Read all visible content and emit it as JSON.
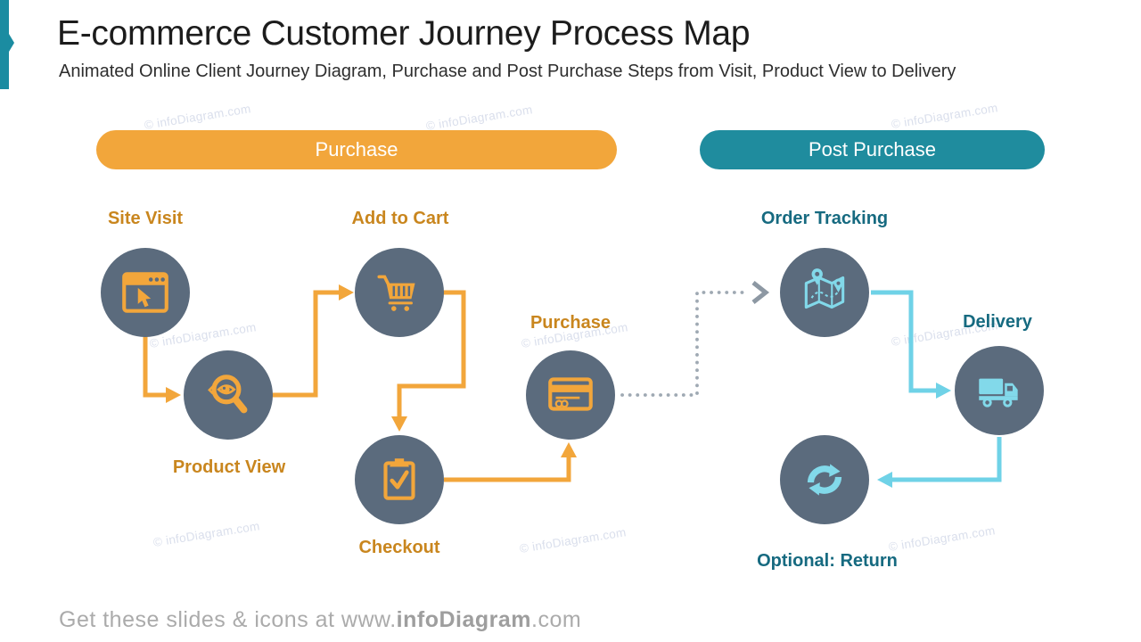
{
  "header": {
    "title": "E-commerce Customer Journey Process Map",
    "subtitle": "Animated Online Client Journey Diagram, Purchase and Post Purchase Steps from Visit, Product View to Delivery"
  },
  "phases": [
    {
      "id": "purchase",
      "label": "Purchase",
      "color": "#F2A63B"
    },
    {
      "id": "post-purchase",
      "label": "Post Purchase",
      "color": "#1F8C9E"
    }
  ],
  "steps": [
    {
      "id": "site-visit",
      "label": "Site Visit",
      "phase": "purchase",
      "icon": "browser-cursor-icon"
    },
    {
      "id": "product-view",
      "label": "Product View",
      "phase": "purchase",
      "icon": "magnifier-eye-icon"
    },
    {
      "id": "add-to-cart",
      "label": "Add to Cart",
      "phase": "purchase",
      "icon": "shopping-cart-icon"
    },
    {
      "id": "checkout",
      "label": "Checkout",
      "phase": "purchase",
      "icon": "clipboard-check-icon"
    },
    {
      "id": "purchase-step",
      "label": "Purchase",
      "phase": "purchase",
      "icon": "credit-card-icon"
    },
    {
      "id": "order-tracking",
      "label": "Order Tracking",
      "phase": "post-purchase",
      "icon": "map-route-icon"
    },
    {
      "id": "delivery",
      "label": "Delivery",
      "phase": "post-purchase",
      "icon": "truck-icon"
    },
    {
      "id": "return",
      "label": "Optional: Return",
      "phase": "post-purchase",
      "icon": "return-arrows-icon"
    }
  ],
  "watermark": {
    "text": "© infoDiagram.com"
  },
  "footer": {
    "prefix": "Get these slides & icons at www.",
    "brand": "infoDiagram",
    "suffix": ".com"
  },
  "colors": {
    "accent_teal": "#1B8CA1",
    "pill_orange": "#F2A63B",
    "pill_teal": "#1F8C9E",
    "node_slate": "#5B6B7D",
    "label_orange": "#C9861E",
    "label_teal": "#166A80",
    "arrow_orange": "#F2A63B",
    "arrow_dotted_gray": "#9FA9B3",
    "arrow_light_blue": "#6FD2E7",
    "icon_light_blue": "#82D9EA",
    "watermark_gray": "#DADFEC",
    "footer_gray": "#ABABAB"
  }
}
